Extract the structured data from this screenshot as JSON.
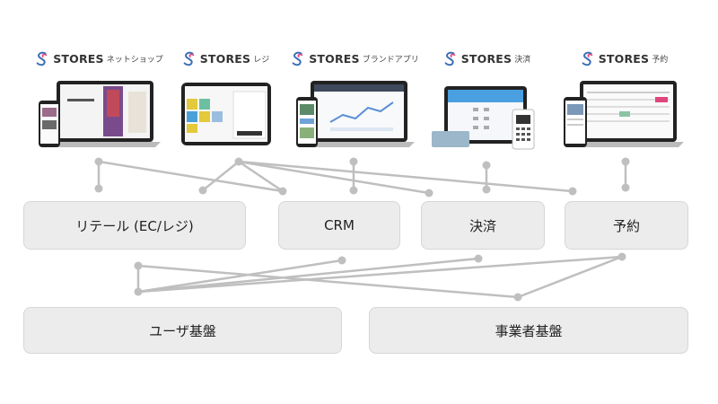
{
  "products": [
    {
      "id": "netshop",
      "brand": "STORES",
      "sub": "ネットショップ"
    },
    {
      "id": "regi",
      "brand": "STORES",
      "sub": "レジ"
    },
    {
      "id": "app",
      "brand": "STORES",
      "sub": "ブランドアプリ"
    },
    {
      "id": "payment",
      "brand": "STORES",
      "sub": "決済"
    },
    {
      "id": "reserve",
      "brand": "STORES",
      "sub": "予約"
    }
  ],
  "domains": {
    "retail": "リテール (EC/レジ)",
    "crm": "CRM",
    "payment": "決済",
    "reserve": "予約"
  },
  "foundations": {
    "user": "ユーザ基盤",
    "business": "事業者基盤"
  },
  "colors": {
    "box_fill": "#ececec",
    "connector": "#bfbfbf",
    "logo_blue": "#3b6fb6",
    "logo_pink": "#e0457b"
  }
}
